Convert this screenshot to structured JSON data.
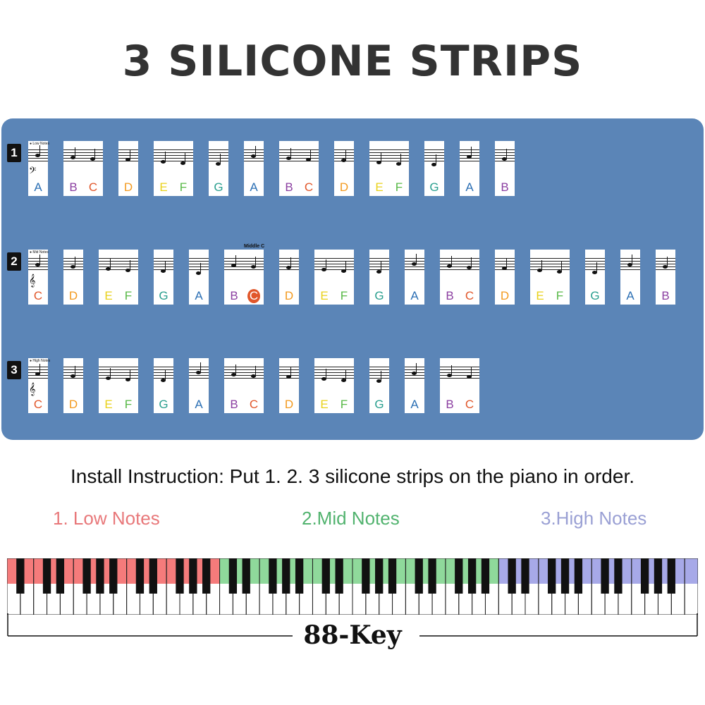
{
  "title": "3 SILICONE STRIPS",
  "instruction": "Install Instruction: Put 1. 2. 3 silicone strips on the piano in order.",
  "sections": [
    {
      "label": "1. Low Notes",
      "color": "#e8787a"
    },
    {
      "label": "2.Mid Notes",
      "color": "#52b36f"
    },
    {
      "label": "3.High Notes",
      "color": "#9aa0d4"
    }
  ],
  "keyboard_label": "88-Key",
  "keyboard_colors": {
    "low": "#f57b7b",
    "mid": "#8fd99b",
    "high": "#a7a9e8"
  },
  "panel_color": "#5b85b7",
  "note_colors": {
    "C": "#e1572b",
    "D": "#f39a1f",
    "E": "#e9d21b",
    "F": "#58b947",
    "G": "#2a9f8f",
    "A": "#2b6fb4",
    "B": "#8b3fa1"
  },
  "strips": [
    {
      "number": "1",
      "tag": "Low Notes",
      "cards": [
        [
          "A"
        ],
        [
          "B",
          "C"
        ],
        [
          "D"
        ],
        [
          "E",
          "F"
        ],
        [
          "G"
        ],
        [
          "A"
        ],
        [
          "B",
          "C"
        ],
        [
          "D"
        ],
        [
          "E",
          "F"
        ],
        [
          "G"
        ],
        [
          "A"
        ],
        [
          "B"
        ]
      ]
    },
    {
      "number": "2",
      "tag": "Mid Notes",
      "middle_c": "Middle C",
      "cards": [
        [
          "C"
        ],
        [
          "D"
        ],
        [
          "E",
          "F"
        ],
        [
          "G"
        ],
        [
          "A"
        ],
        [
          "B",
          "C"
        ],
        [
          "D"
        ],
        [
          "E",
          "F"
        ],
        [
          "G"
        ],
        [
          "A"
        ],
        [
          "B",
          "C"
        ],
        [
          "D"
        ],
        [
          "E",
          "F"
        ],
        [
          "G"
        ],
        [
          "A"
        ],
        [
          "B"
        ]
      ]
    },
    {
      "number": "3",
      "tag": "High Notes",
      "cards": [
        [
          "C"
        ],
        [
          "D"
        ],
        [
          "E",
          "F"
        ],
        [
          "G"
        ],
        [
          "A"
        ],
        [
          "B",
          "C"
        ],
        [
          "D"
        ],
        [
          "E",
          "F"
        ],
        [
          "G"
        ],
        [
          "A"
        ],
        [
          "B",
          "C"
        ]
      ]
    }
  ]
}
